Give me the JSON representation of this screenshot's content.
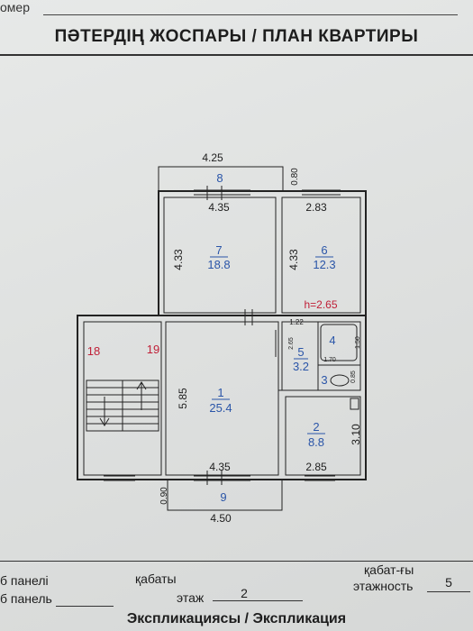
{
  "header": {
    "nomer_label": "омер",
    "title": "ПӘТЕРДІҢ ЖОСПАРЫ / ПЛАН КВАРТИРЫ"
  },
  "plan": {
    "rooms": [
      {
        "number": "7",
        "area": "18.8"
      },
      {
        "number": "6",
        "area": "12.3"
      },
      {
        "number": "1",
        "area": "25.4"
      },
      {
        "number": "5",
        "area": "3.2"
      },
      {
        "number": "4",
        "area": ""
      },
      {
        "number": "3",
        "area": ""
      },
      {
        "number": "2",
        "area": "8.8"
      },
      {
        "number": "8",
        "area": ""
      },
      {
        "number": "9",
        "area": ""
      }
    ],
    "stair_labels": [
      "18",
      "19"
    ],
    "dimensions": {
      "balcony_top_width": "4.25",
      "balcony_top_depth": "0.80",
      "room7_width": "4.35",
      "room7_depth": "4.33",
      "room6_width": "2.83",
      "room6_depth": "4.33",
      "ceiling_height": "h=2.65",
      "corridor_w": "1.22",
      "room5_side": "2.65",
      "room4_side": "1.50",
      "room4_w": "1.70",
      "room3_side": "0.85",
      "room1_depth": "5.85",
      "room1_width": "4.35",
      "room2_depth": "3.10",
      "room2_width": "2.85",
      "balcony_bottom_depth": "0.90",
      "balcony_bottom_width": "4.50"
    }
  },
  "footer": {
    "panel_kz": "б панелі",
    "panel_ru": "б панель",
    "floor_kz": "қабаты",
    "floor_ru": "этаж",
    "floor_value": "2",
    "storeys_kz": "қабат-ғы",
    "storeys_ru": "этажность",
    "storeys_value": "5",
    "explication": "Экспликациясы / Экспликация"
  }
}
